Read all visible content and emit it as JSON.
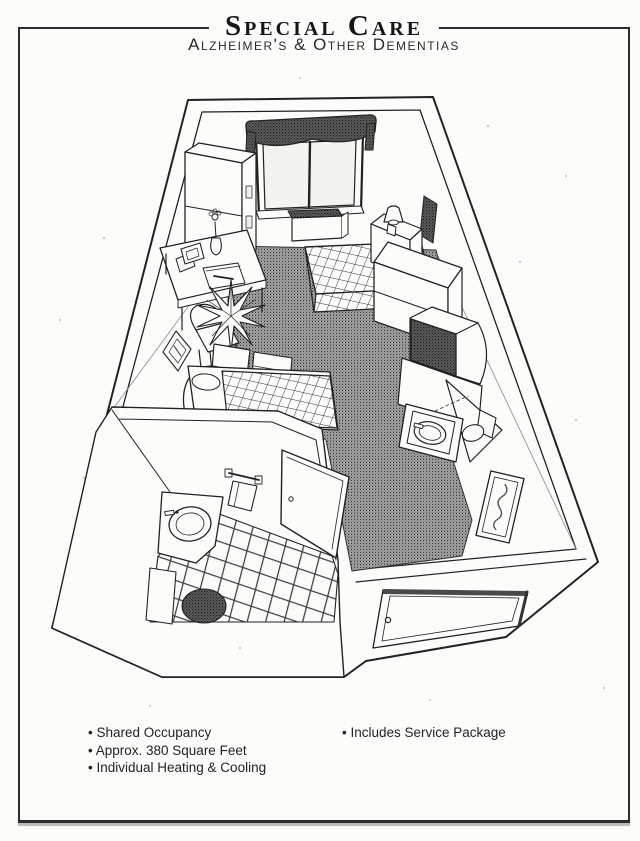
{
  "page": {
    "title": "Special Care",
    "subtitle": "Alzheimer's & Other Dementias"
  },
  "features": {
    "left": [
      "Shared Occupancy",
      "Approx. 380 Square Feet",
      "Individual Heating & Cooling"
    ],
    "right": [
      "Includes Service Package"
    ]
  },
  "colors": {
    "paper": "#fcfcfa",
    "ink": "#1e1e1e",
    "carpet": "#8a8a8a",
    "dark": "#4a4a4a"
  },
  "floor_plan": {
    "type": "isometric cutaway room drawing, black line art on white",
    "rooms": [
      "shared bedroom",
      "bathroom with tiled floor",
      "entry"
    ],
    "items": [
      "window with dark valance curtain",
      "heating-cooling unit under window",
      "wardrobe cabinet",
      "desk with picture frame, flower vase and notepad",
      "desk chair",
      "potted plant on stand",
      "side table",
      "armchair",
      "bed 1 with plaid cover",
      "bed 2 with plaid cover and pillow",
      "nightstand with lamp",
      "wall vent",
      "dresser",
      "television on stand",
      "vanity sink with toilet nook",
      "framed picture on right wall",
      "framed picture on left wall",
      "bathroom sink vanity",
      "towel bar with towel",
      "bathroom door ajar",
      "dark floor rug",
      "hamper",
      "entry door with handle"
    ]
  }
}
